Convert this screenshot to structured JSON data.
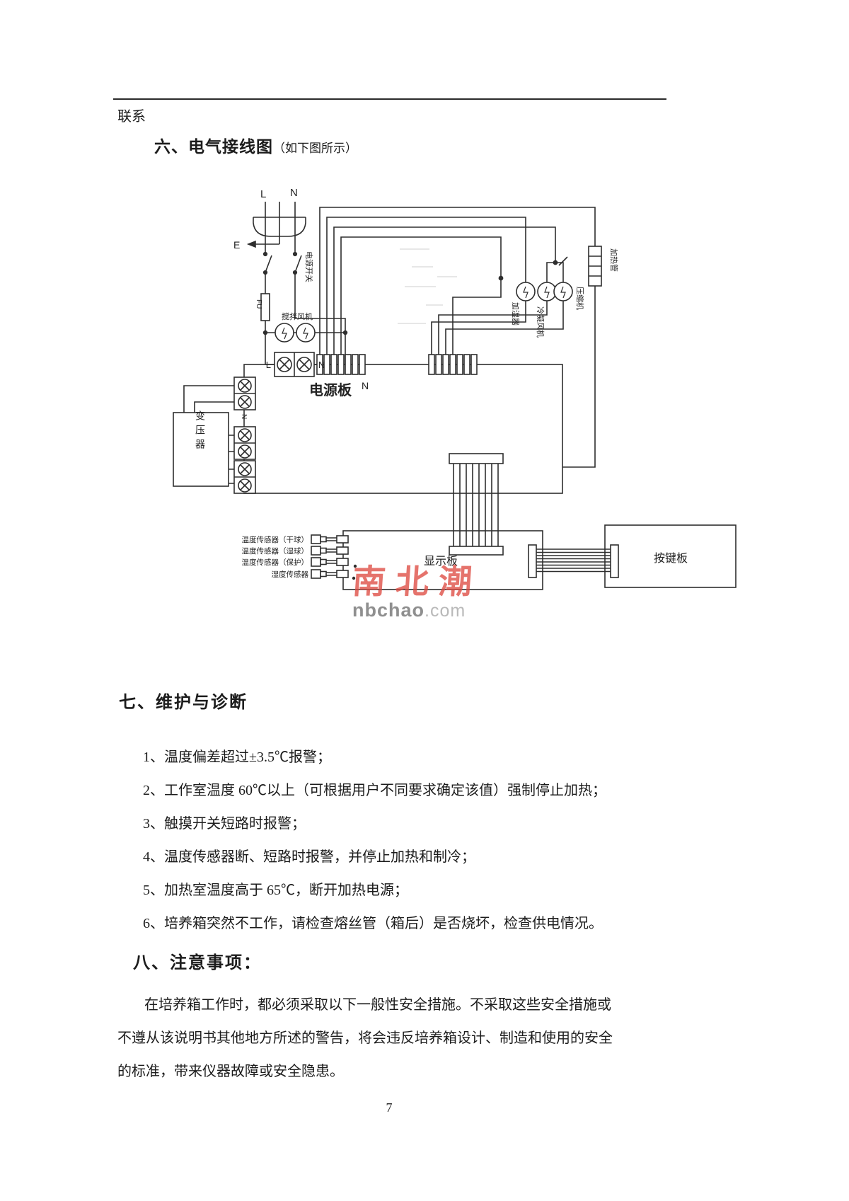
{
  "header": {
    "top_text": "联系"
  },
  "section6": {
    "title": "六、电气接线图",
    "subtitle": "（如下图所示）"
  },
  "diagram": {
    "labels": {
      "plug_l": "L",
      "plug_n": "N",
      "earth": "E",
      "power_switch": "电源开关",
      "fuse": "FU",
      "stir_fan": "搅拌风机",
      "terminal_l": "L",
      "terminal_n": "N",
      "board_n": "N",
      "left_terminal_n": "N",
      "transformer": "变压器",
      "power_board": "电源板",
      "humidifier": "加湿器",
      "condenser_fan": "冷凝风机",
      "compressor": "压缩机",
      "heater": "加热管",
      "display_board": "显示板",
      "key_board": "按键板",
      "sensor1": "温度传感器（干球）",
      "sensor2": "温度传感器（湿球）",
      "sensor3": "温度传感器（保护）",
      "sensor4": "湿度传感器"
    },
    "watermark": {
      "text": "南北潮",
      "site_bold": "nbchao",
      "site_light": ".com",
      "color": "#de4c42"
    }
  },
  "section7": {
    "title": "七、维护与诊断",
    "items": [
      "1、温度偏差超过±3.5℃报警；",
      "2、工作室温度 60℃以上（可根据用户不同要求确定该值）强制停止加热；",
      "3、触摸开关短路时报警；",
      "4、温度传感器断、短路时报警，并停止加热和制冷；",
      "5、加热室温度高于 65℃，断开加热电源；",
      "6、培养箱突然不工作，请检查熔丝管（箱后）是否烧坏，检查供电情况。"
    ]
  },
  "section8": {
    "title": "八、注意事项：",
    "paragraph_lines": [
      "在培养箱工作时，都必须采取以下一般性安全措施。不采取这些安全措施或",
      "不遵从该说明书其他地方所述的警告，将会违反培养箱设计、制造和使用的安全",
      "的标准，带来仪器故障或安全隐患。"
    ]
  },
  "page": {
    "number": "7"
  }
}
